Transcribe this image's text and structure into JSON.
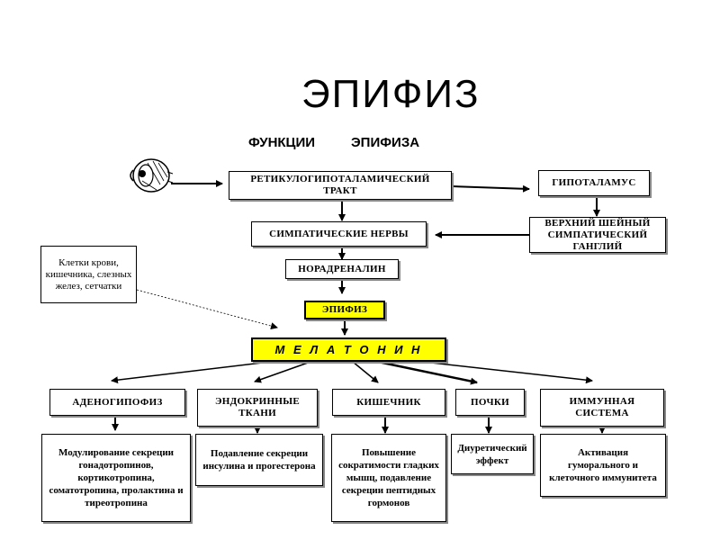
{
  "title": "ЭПИФИЗ",
  "subtitle_left": "ФУНКЦИИ",
  "subtitle_right": "ЭПИФИЗА",
  "nodes": {
    "retino": "РЕТИКУЛОГИПОТАЛАМИЧЕСКИЙ ТРАКТ",
    "hypothal": "ГИПОТАЛАМУС",
    "ganglion": "ВЕРХНИЙ ШЕЙНЫЙ СИМПАТИЧЕСКИЙ ГАНГЛИЙ",
    "symp": "СИМПАТИЧЕСКИЕ НЕРВЫ",
    "noradr": "НОРАДРЕНАЛИН",
    "epiphysis": "ЭПИФИЗ",
    "melatonin": "М Е Л А Т О Н И Н",
    "cells": "Клетки крови, кишечника, слезных желез, сетчатки",
    "adeno": "АДЕНОГИПОФИЗ",
    "endo": "ЭНДОКРИННЫЕ ТКАНИ",
    "gut": "КИШЕЧНИК",
    "kidney": "ПОЧКИ",
    "immune": "ИММУННАЯ СИСТЕМА"
  },
  "effects": {
    "adeno": "Модулирование секреции гонадотропинов, кортикотропина, соматотропина, пролактина и тиреотропина",
    "endo": "Подавление секреции инсулина и прогестерона",
    "gut": "Повышение сократимости гладких мышц, подавление секреции пептидных гормонов",
    "kidney": "Диуретический эффект",
    "immune": "Активация гуморального и клеточного иммунитета"
  },
  "colors": {
    "melatonin_fill": "#ffff00",
    "epiphysis_fill": "#ffff00",
    "shadow": "#888888"
  },
  "icons": {
    "eye": "eye-icon"
  }
}
